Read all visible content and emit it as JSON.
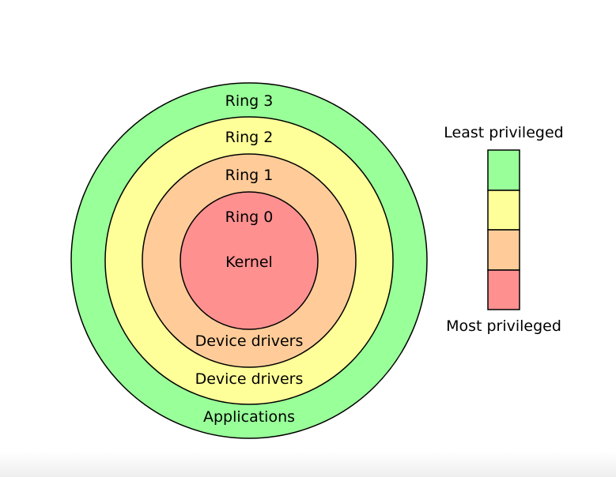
{
  "rings": [
    {
      "label": "Ring 3",
      "role": "Applications",
      "color": "#99ff99"
    },
    {
      "label": "Ring 2",
      "role": "Device drivers",
      "color": "#ffff99"
    },
    {
      "label": "Ring 1",
      "role": "Device drivers",
      "color": "#ffcc99"
    },
    {
      "label": "Ring 0",
      "role": "Kernel",
      "color": "#ff9090"
    }
  ],
  "legend": {
    "top_label": "Least privileged",
    "bottom_label": "Most privileged",
    "colors": [
      "#99ff99",
      "#ffff99",
      "#ffcc99",
      "#ff9090"
    ]
  },
  "stroke_color": "#000000"
}
